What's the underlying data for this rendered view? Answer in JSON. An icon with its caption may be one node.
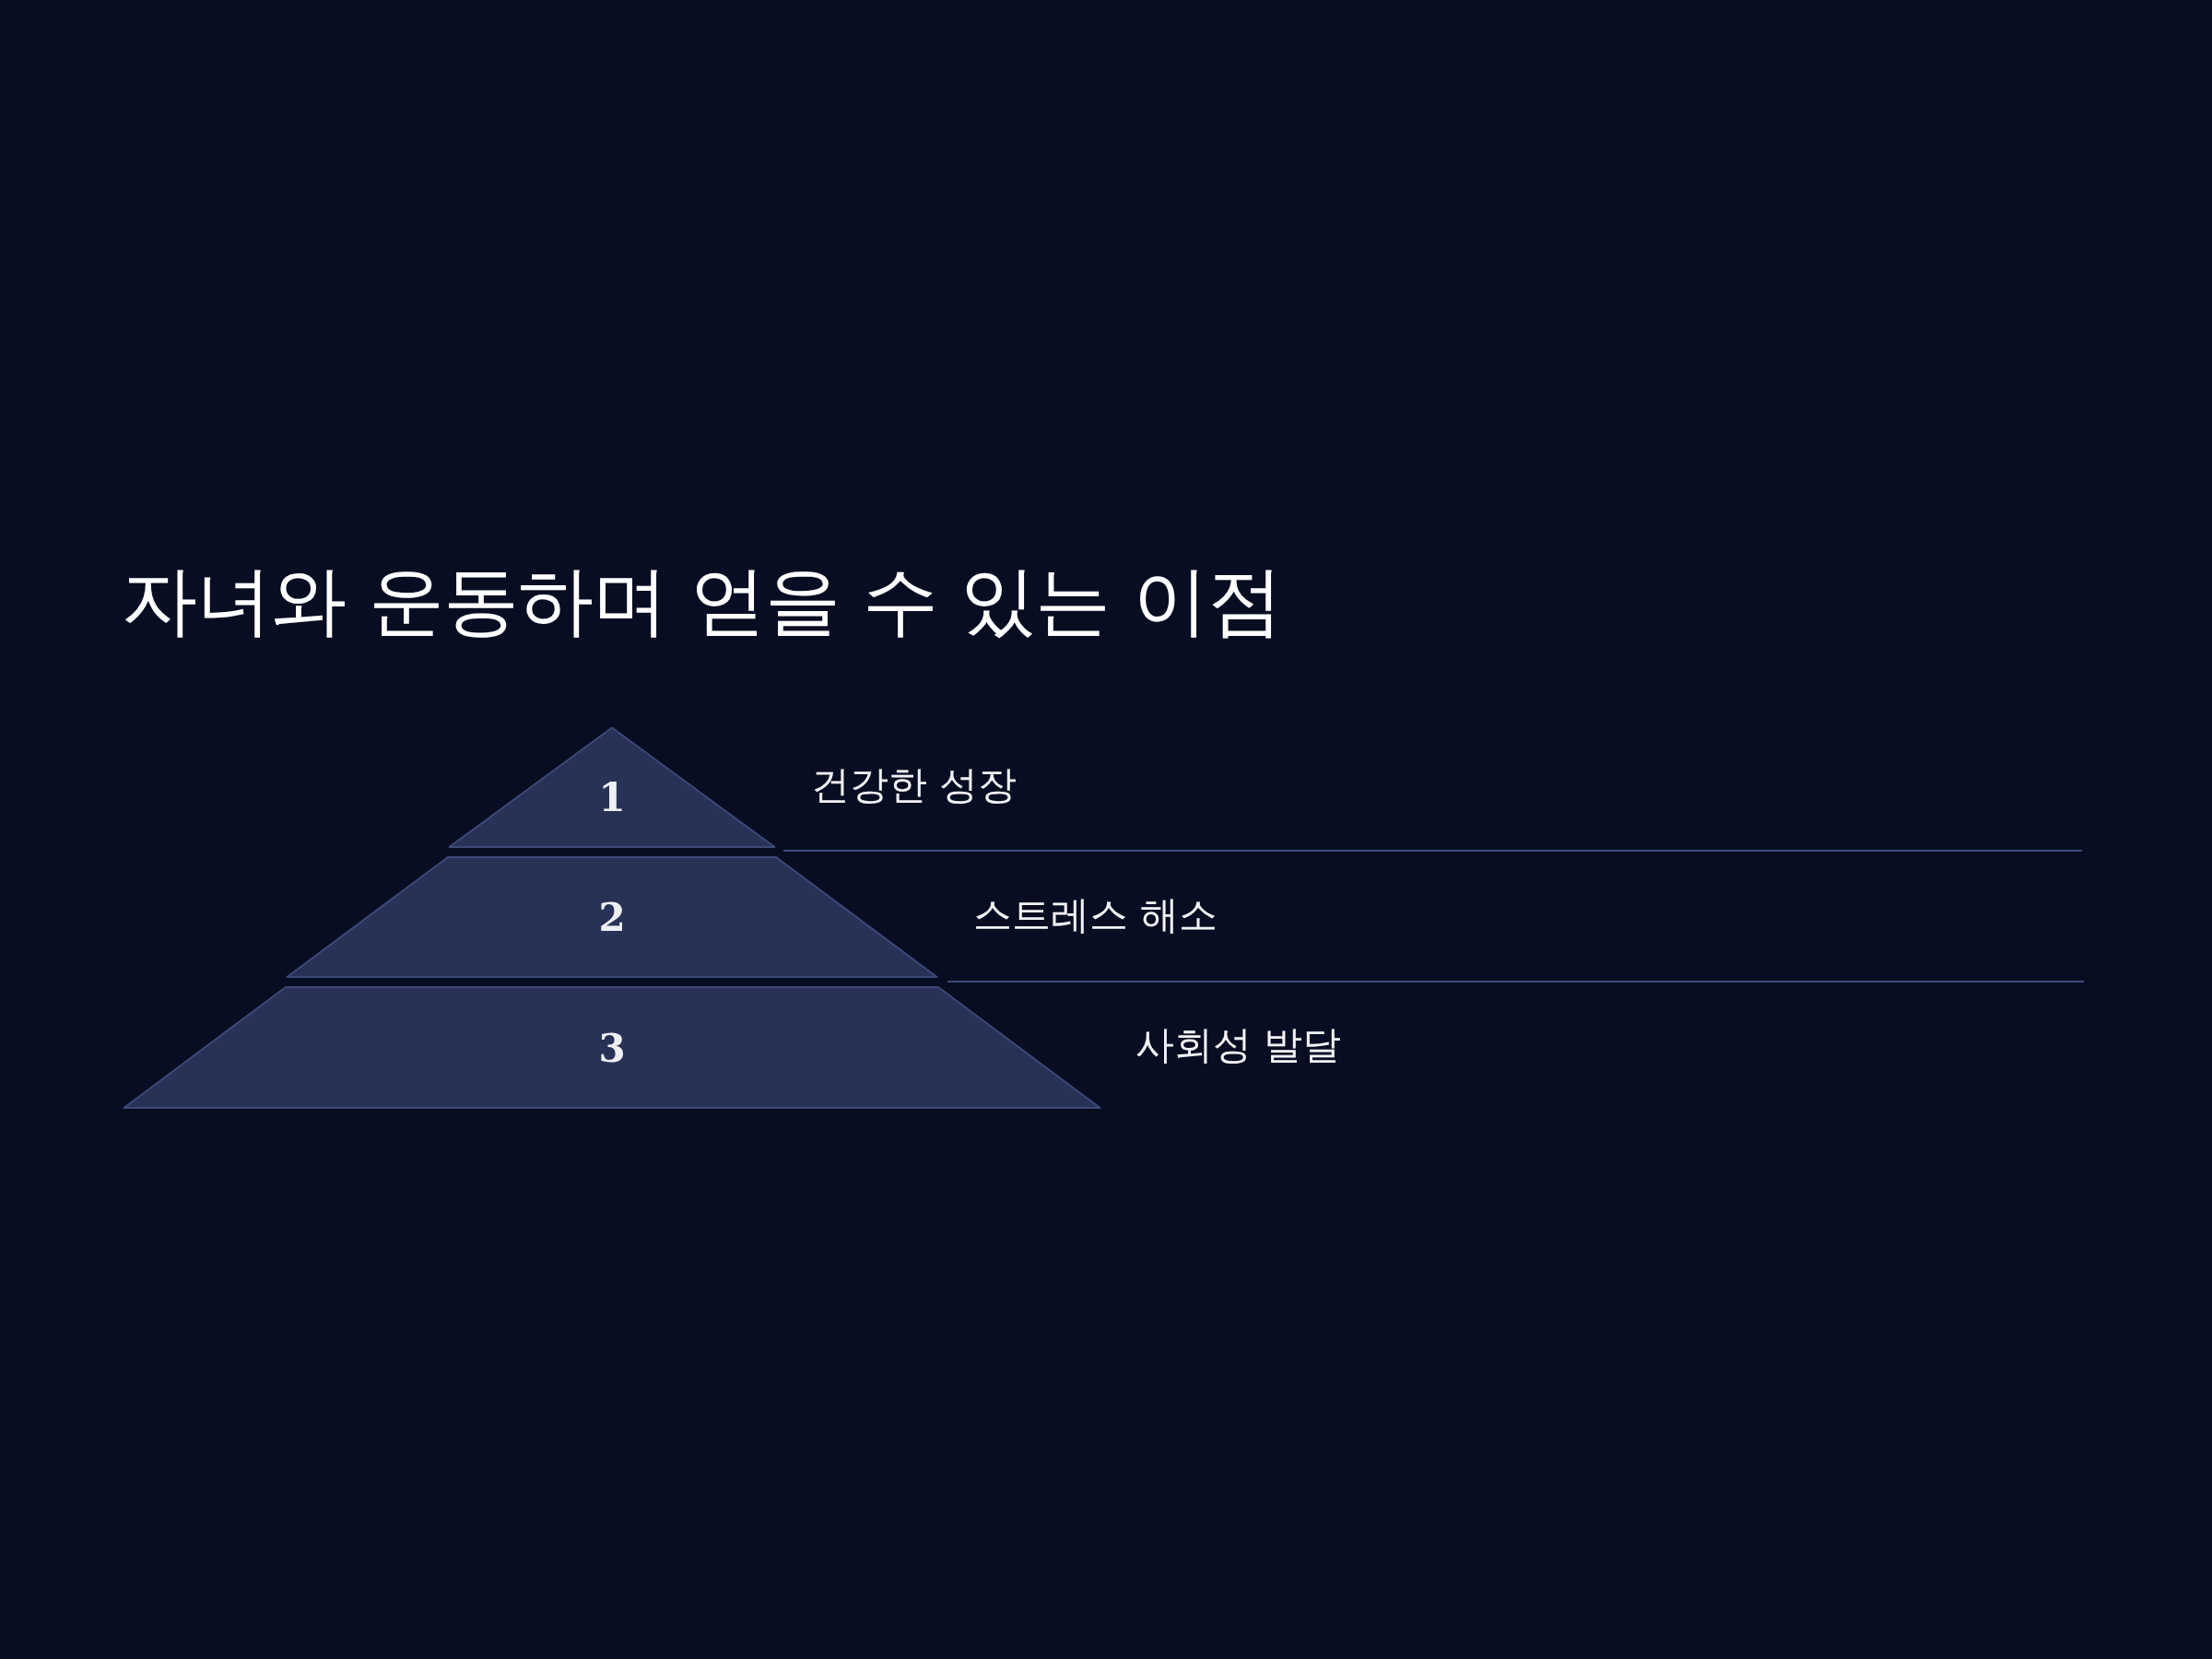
{
  "diagram": {
    "title": "자녀와 운동하며 얻을 수 있는 이점",
    "nodes": [
      {
        "text": [
          "1"
        ],
        "beside": [
          "건강한 성장"
        ]
      },
      {
        "text": [
          "2"
        ],
        "beside": [
          "스트레스 해소"
        ]
      },
      {
        "text": [
          "3"
        ],
        "beside": [
          "사회성 발달"
        ]
      }
    ]
  }
}
